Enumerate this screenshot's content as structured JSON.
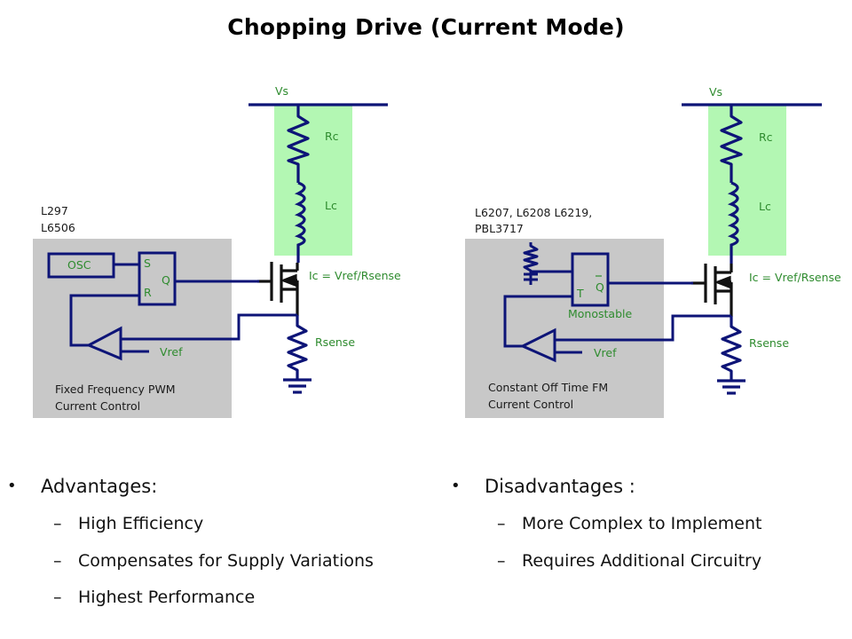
{
  "title": "Chopping Drive (Current Mode)",
  "colors": {
    "wire": "#0d1477",
    "coil_highlight": "#b3f7b3",
    "control_box": "#c8c8c8",
    "label_green": "#2e8b2e",
    "mosfet": "#111111"
  },
  "left_circuit": {
    "chip_names": [
      "L297",
      "L6506"
    ],
    "supply_label": "Vs",
    "coil_resistor_label": "Rc",
    "coil_inductor_label": "Lc",
    "current_equation": "Ic = Vref/Rsense",
    "sense_resistor_label": "Rsense",
    "osc_label": "OSC",
    "flipflop_set": "S",
    "flipflop_reset": "R",
    "flipflop_output": "Q",
    "vref_label": "Vref",
    "caption": [
      "Fixed Frequency PWM",
      "Current Control"
    ]
  },
  "right_circuit": {
    "chip_names": [
      "L6207, L6208 L6219,",
      "PBL3717"
    ],
    "supply_label": "Vs",
    "coil_resistor_label": "Rc",
    "coil_inductor_label": "Lc",
    "current_equation": "Ic = Vref/Rsense",
    "sense_resistor_label": "Rsense",
    "monostable_trigger": "T",
    "monostable_output": "Q",
    "monostable_label": "Monostable",
    "vref_label": "Vref",
    "caption": [
      "Constant Off Time FM",
      "Current Control"
    ]
  },
  "advantages": {
    "heading": "Advantages:",
    "items": [
      "High Efficiency",
      "Compensates for Supply Variations",
      "Highest Performance"
    ]
  },
  "disadvantages": {
    "heading": "Disadvantages :",
    "items": [
      "More Complex to Implement",
      "Requires Additional Circuitry"
    ]
  },
  "bullet_glyph": "•",
  "dash_glyph": "–"
}
